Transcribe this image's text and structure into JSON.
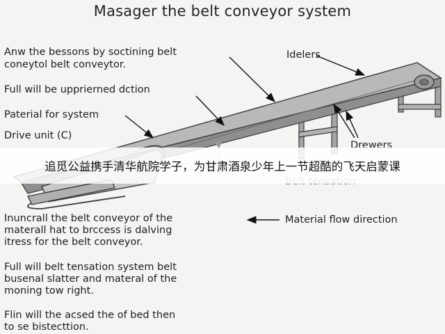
{
  "title": "Masager the belt conveyor system",
  "labels": {
    "label_1_line1": "Anw the bessons by soctining belt",
    "label_1_line2": "coneytol belt conveytor.",
    "label_2": "Full will be upprierned dction",
    "label_3": "Paterial for system",
    "label_4": "Drive unit (C)",
    "idelers": "Idelers",
    "drewers": "Drewers",
    "belt_tensation": "Belt tensation",
    "material_flow": "Material flow direction"
  },
  "paragraphs": [
    "Inuncrall the belt conveyor of the\nmaterall hat to brccess is dalving\nitress for the belt conveyor.",
    "Full will belt tensation system belt\nbusenal slatter and materal of the\nmoning tow right.",
    "Flin will the acsed the of bed then\nto se bistecttion."
  ],
  "banner": "追觅公益携手清华航院学子，为甘肃酒泉少年上一节超酷的飞天启蒙课",
  "colors": {
    "belt_top": "#b9b9b9",
    "belt_side": "#8f8f8f",
    "frame": "#a4a4a4",
    "outline": "#3a3a3a"
  }
}
